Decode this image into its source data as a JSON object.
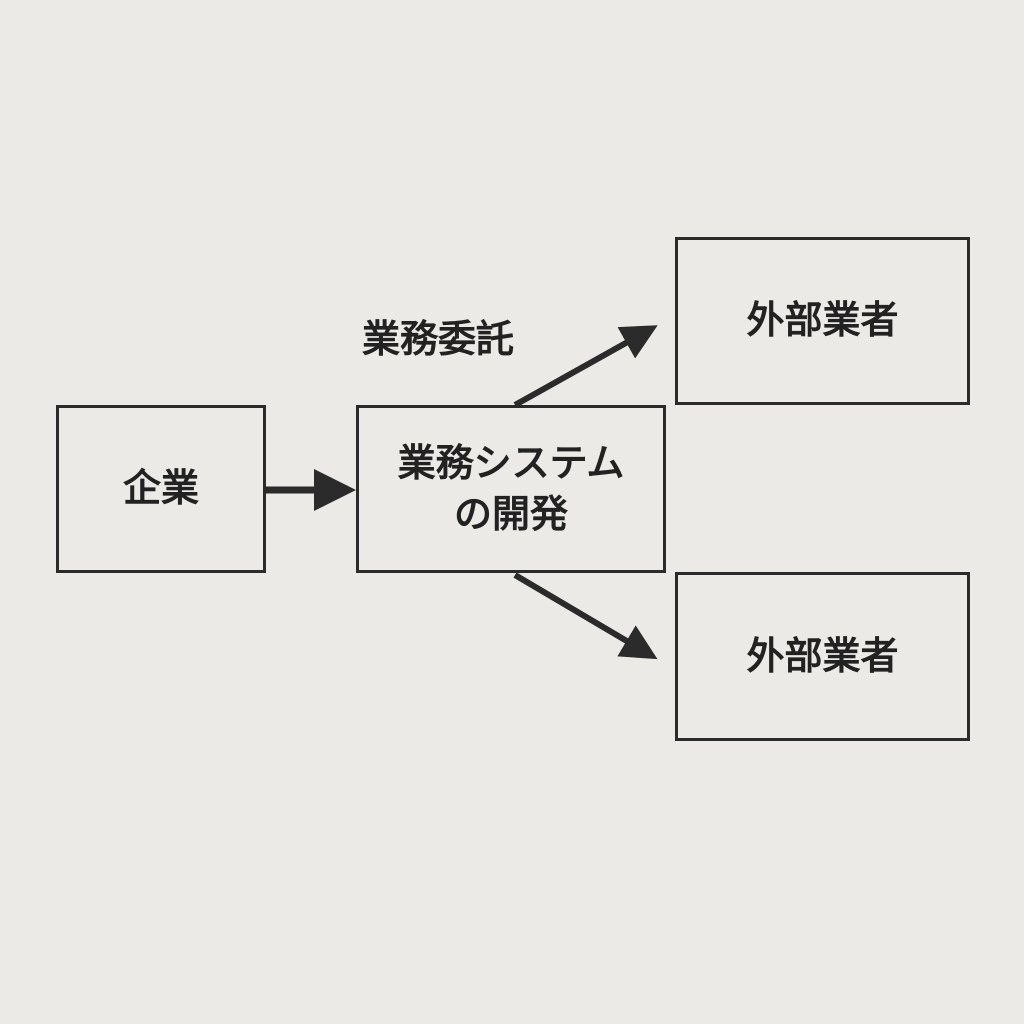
{
  "nodes": {
    "company": "企業",
    "development_line1": "業務システム",
    "development_line2": "の開発",
    "vendor_top": "外部業者",
    "vendor_bottom": "外部業者"
  },
  "edge_label": "業務委託",
  "colors": {
    "background": "#ebeae6",
    "stroke": "#2b2b2b"
  }
}
